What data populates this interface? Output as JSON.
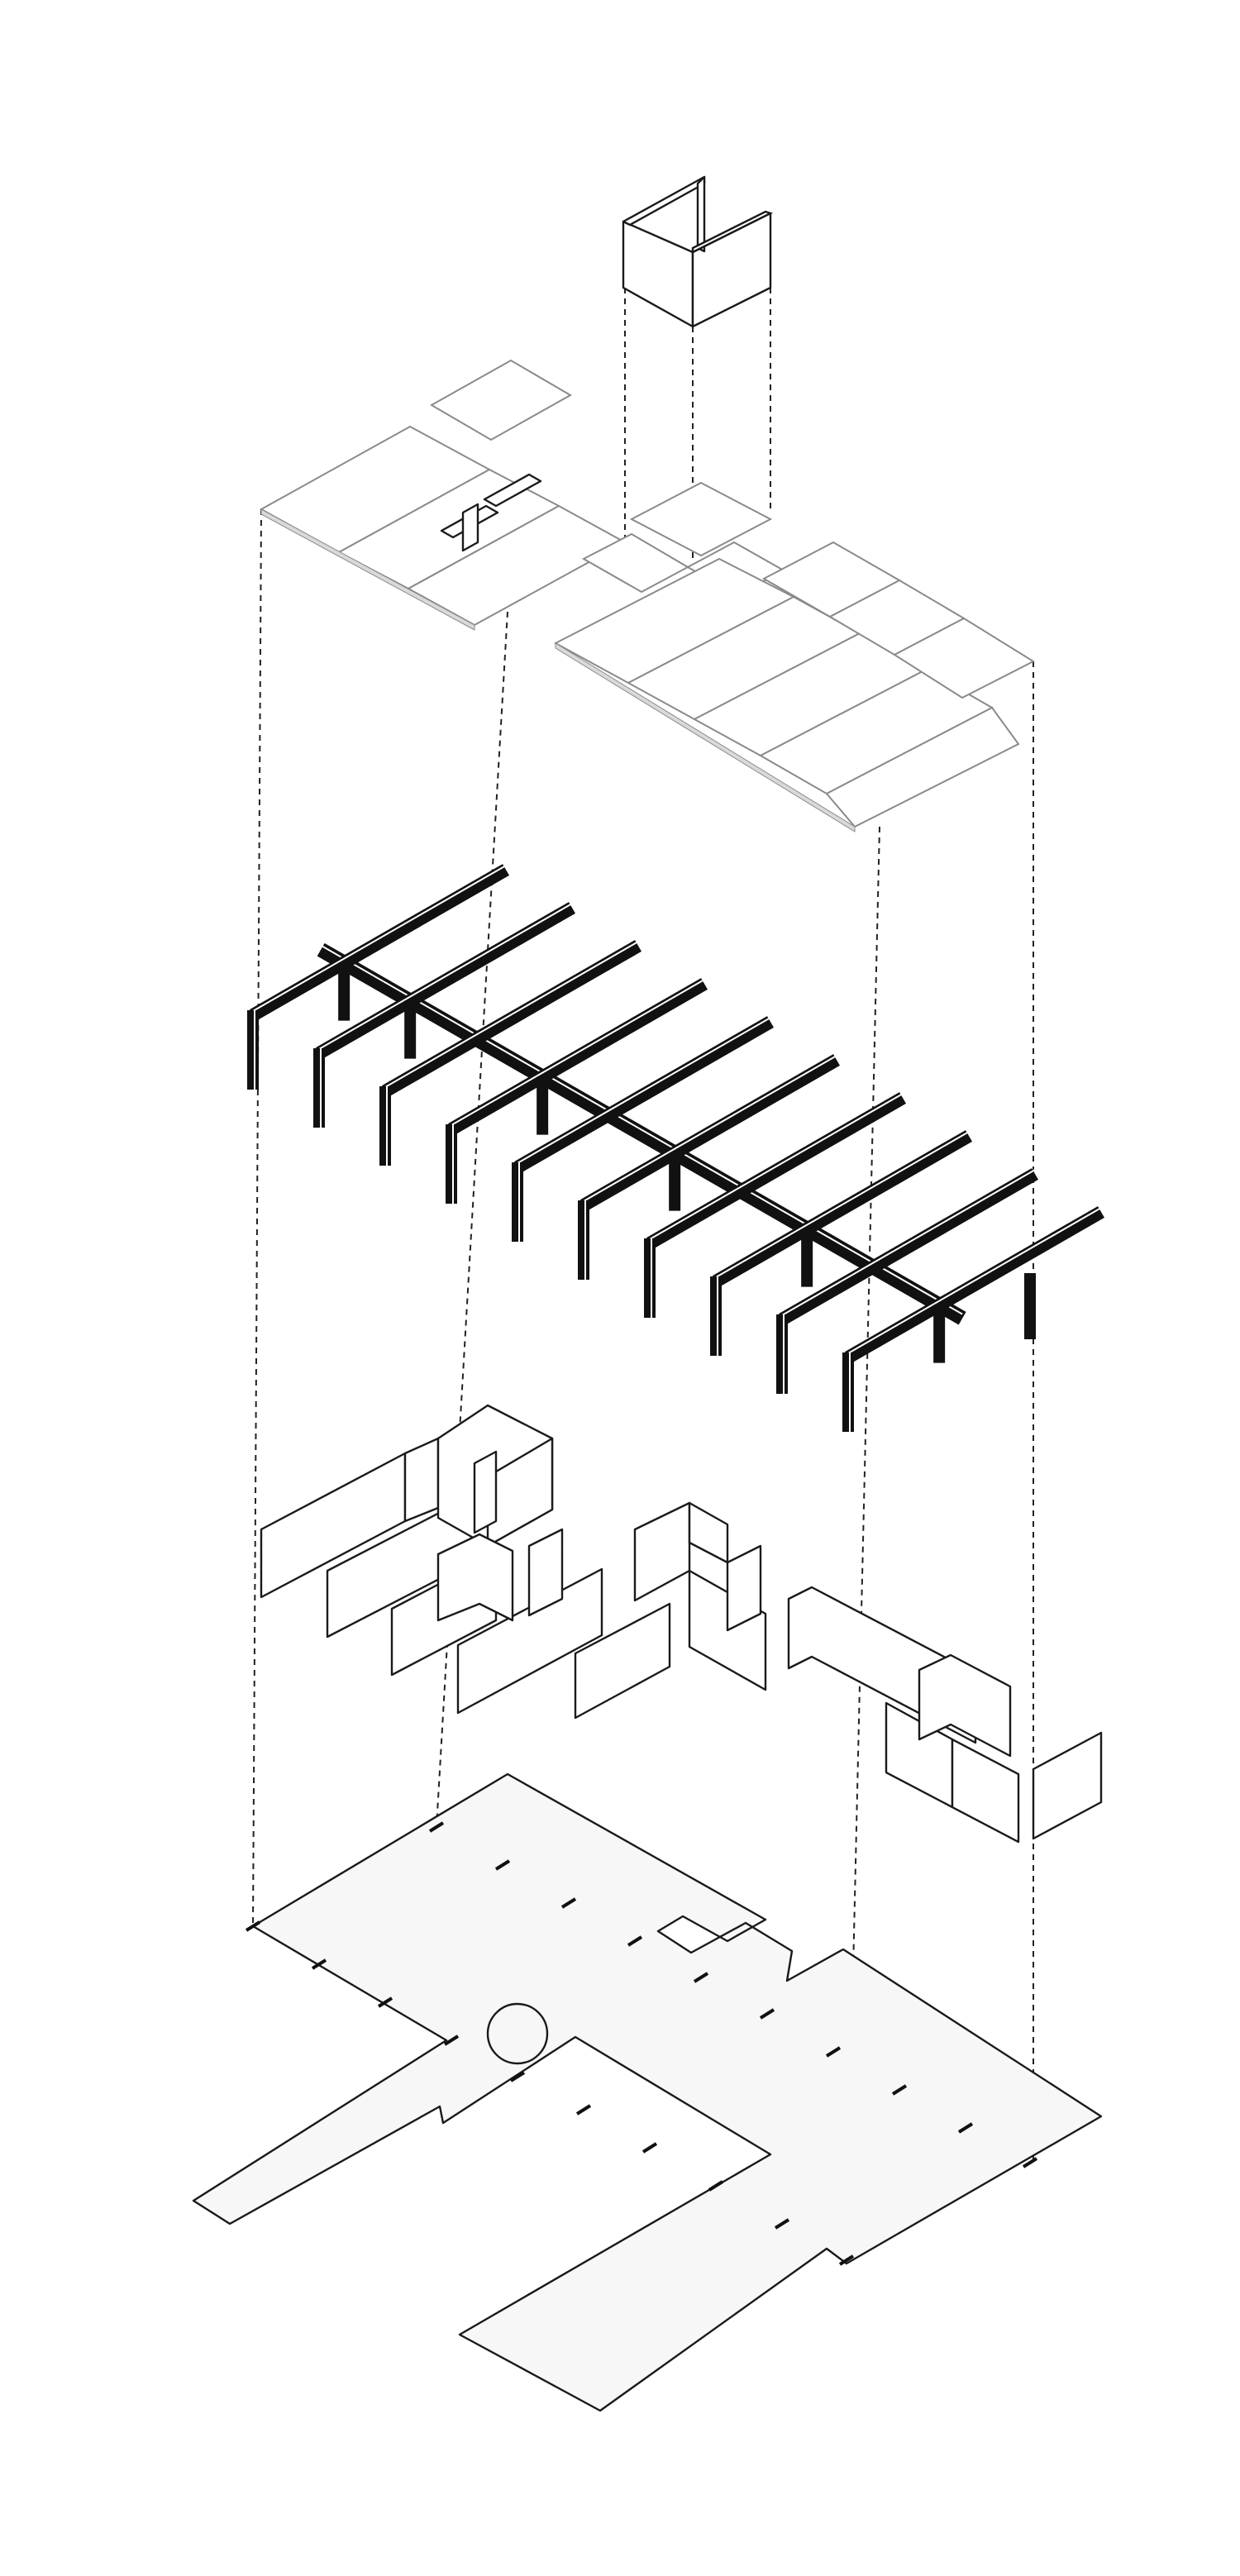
{
  "diagram": {
    "type": "exploded-axonometric",
    "layers": [
      {
        "id": "chimney",
        "mark": "u-shaped-wall"
      },
      {
        "id": "roof",
        "mark": "roof-panels"
      },
      {
        "id": "frame",
        "mark": "black-steel-frame"
      },
      {
        "id": "walls",
        "mark": "wall-segments"
      },
      {
        "id": "floor",
        "mark": "floor-plate-with-column-marks"
      }
    ],
    "colors": {
      "frame": "#111111",
      "roof_stroke": "#8a8a8a",
      "line": "#1a1a1a",
      "floor_fill": "#f7f7f7",
      "background": "#ffffff"
    }
  }
}
